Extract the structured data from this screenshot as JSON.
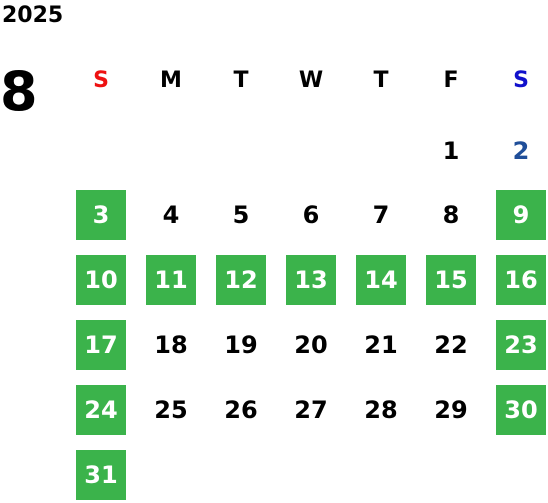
{
  "calendar": {
    "year": "2025",
    "month": "8",
    "weekdays": [
      "S",
      "M",
      "T",
      "W",
      "T",
      "F",
      "S"
    ],
    "weekday_colors": [
      "#ee1111",
      "#000000",
      "#000000",
      "#000000",
      "#000000",
      "#000000",
      "#1111cc"
    ],
    "highlight_color": "#3bb34b",
    "saturday_text_color": "#1f4e99",
    "first_weekday_index": 5,
    "days_in_month": 31,
    "highlighted_days": [
      "3",
      "9",
      "10",
      "11",
      "12",
      "13",
      "14",
      "15",
      "16",
      "17",
      "23",
      "24",
      "30",
      "31"
    ],
    "days": [
      "1",
      "2",
      "3",
      "4",
      "5",
      "6",
      "7",
      "8",
      "9",
      "10",
      "11",
      "12",
      "13",
      "14",
      "15",
      "16",
      "17",
      "18",
      "19",
      "20",
      "21",
      "22",
      "23",
      "24",
      "25",
      "26",
      "27",
      "28",
      "29",
      "30",
      "31"
    ]
  }
}
